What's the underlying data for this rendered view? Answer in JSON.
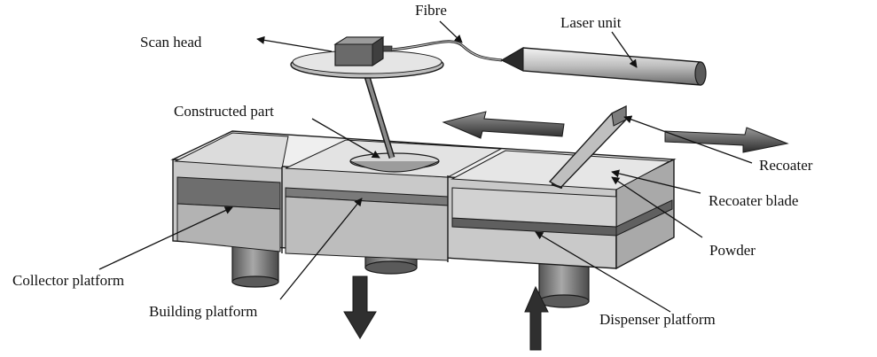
{
  "labels": {
    "fibre": "Fibre",
    "laser_unit": "Laser unit",
    "scan_head": "Scan head",
    "constructed_part": "Constructed part",
    "recoater": "Recoater",
    "recoater_blade": "Recoater blade",
    "powder": "Powder",
    "collector_platform": "Collector platform",
    "building_platform": "Building platform",
    "dispenser_platform": "Dispenser platform"
  },
  "colors": {
    "outline": "#1a1a1a",
    "arrow_fill": "#3a3a3a",
    "box_light": "#e9e9e9",
    "box_mid": "#c4c4c4",
    "box_dark": "#8a8a8a",
    "cylinder": "#6f6f6f"
  }
}
